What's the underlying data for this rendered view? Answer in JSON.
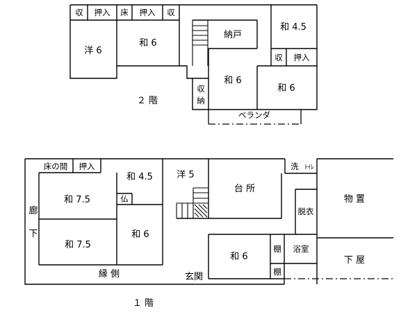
{
  "floors": {
    "second": {
      "label": "２ 階",
      "rooms": {
        "yo6": "洋 6",
        "wa6_left": "和 6",
        "nando": "納戸",
        "wa45": "和 4.5",
        "wa6_mid": "和 6",
        "wa6_right": "和 6",
        "balcony": "ベランダ"
      },
      "storage": {
        "shu_left": "収",
        "oshiire_left": "押入",
        "toko": "床",
        "oshiire_mid": "押入",
        "shu_mid": "収",
        "shu_right": "収",
        "oshiire_right": "押入",
        "shuno_1": "収",
        "shuno_2": "納"
      }
    },
    "first": {
      "label": "１ 階",
      "rooms": {
        "tokonoma": "床の間",
        "oshiire": "押入",
        "wa45": "和 4.5",
        "yo5": "洋 5",
        "kitchen": "台 所",
        "wash": "洗",
        "toilet": "ﾄｲﾚ",
        "wa75_top": "和 7.5",
        "wa75_bottom": "和 7.5",
        "butsudan": "仏",
        "wa6_center": "和 6",
        "datsui": "脱衣",
        "storage_shed": "物 置",
        "corridor_1": "廊",
        "corridor_2": "下",
        "wa6_lower": "和 6",
        "shelf_1": "棚",
        "shelf_2": "棚",
        "bath": "浴室",
        "shimoya": "下 屋",
        "engawa": "縁 側",
        "genkan": "玄関"
      }
    }
  }
}
